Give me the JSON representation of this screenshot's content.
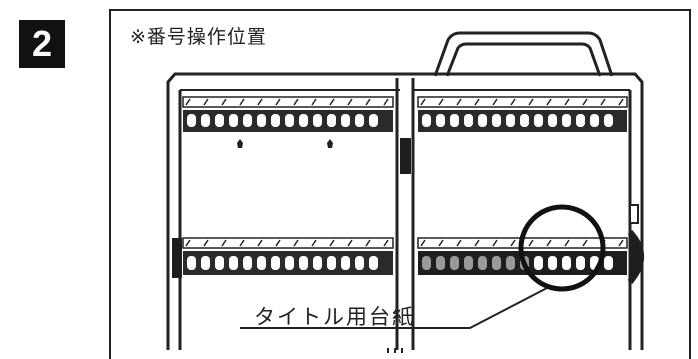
{
  "step": {
    "number": "2"
  },
  "caption": {
    "text": "※番号操作位置"
  },
  "callout": {
    "text": "タイトル用台紙"
  },
  "diagram": {
    "icons": [
      "handle-icon",
      "key-hook-icon",
      "magnifier-circle-icon"
    ],
    "colors": {
      "ink": "#222222",
      "rail_dark": "#1e1e1e",
      "background": "#ffffff"
    }
  }
}
